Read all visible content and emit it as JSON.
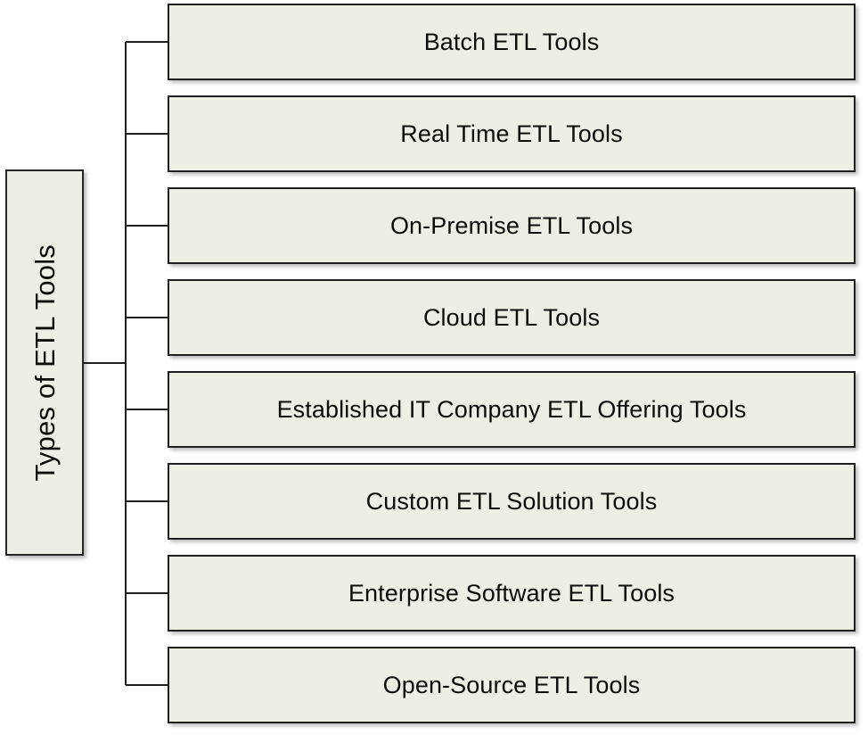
{
  "diagram": {
    "type": "hierarchy-tree",
    "orientation": "root-left-children-right",
    "root": {
      "label": "Types of ETL Tools"
    },
    "colors": {
      "node_fill": "#EFEEE4",
      "node_border": "#1F1F1F",
      "text": "#0D0D0D",
      "background": "#FFFFFF",
      "connector": "#1F1F1F"
    },
    "children": [
      {
        "label": "Batch ETL Tools"
      },
      {
        "label": "Real Time ETL Tools"
      },
      {
        "label": "On-Premise ETL Tools"
      },
      {
        "label": "Cloud ETL Tools"
      },
      {
        "label": "Established IT Company ETL Offering Tools"
      },
      {
        "label": "Custom ETL Solution Tools"
      },
      {
        "label": "Enterprise Software ETL Tools"
      },
      {
        "label": "Open-Source ETL Tools"
      }
    ]
  }
}
